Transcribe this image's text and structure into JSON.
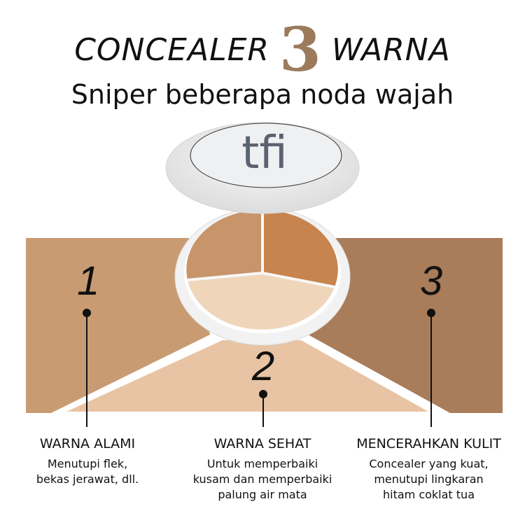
{
  "title": {
    "prefix": "CONCEALER",
    "number": "3",
    "suffix": "WARNA"
  },
  "subtitle": "Sniper beberapa noda wajah",
  "product": {
    "brand_logo": "tfi"
  },
  "shades": [
    {
      "number": "1",
      "name": "WARNA ALAMI",
      "lines": [
        "Menutupi flek,",
        "bekas jerawat, dll."
      ],
      "color": "#c99b72"
    },
    {
      "number": "2",
      "name": "WARNA SEHAT",
      "lines": [
        "Untuk memperbaiki",
        "kusam dan memperbaiki",
        "palung air mata"
      ],
      "color": "#e8c4a4"
    },
    {
      "number": "3",
      "name": "MENCERAHKAN KULIT",
      "lines": [
        "Concealer yang kuat,",
        "menutupi lingkaran",
        "hitam coklat tua"
      ],
      "color": "#a97c5a"
    }
  ]
}
